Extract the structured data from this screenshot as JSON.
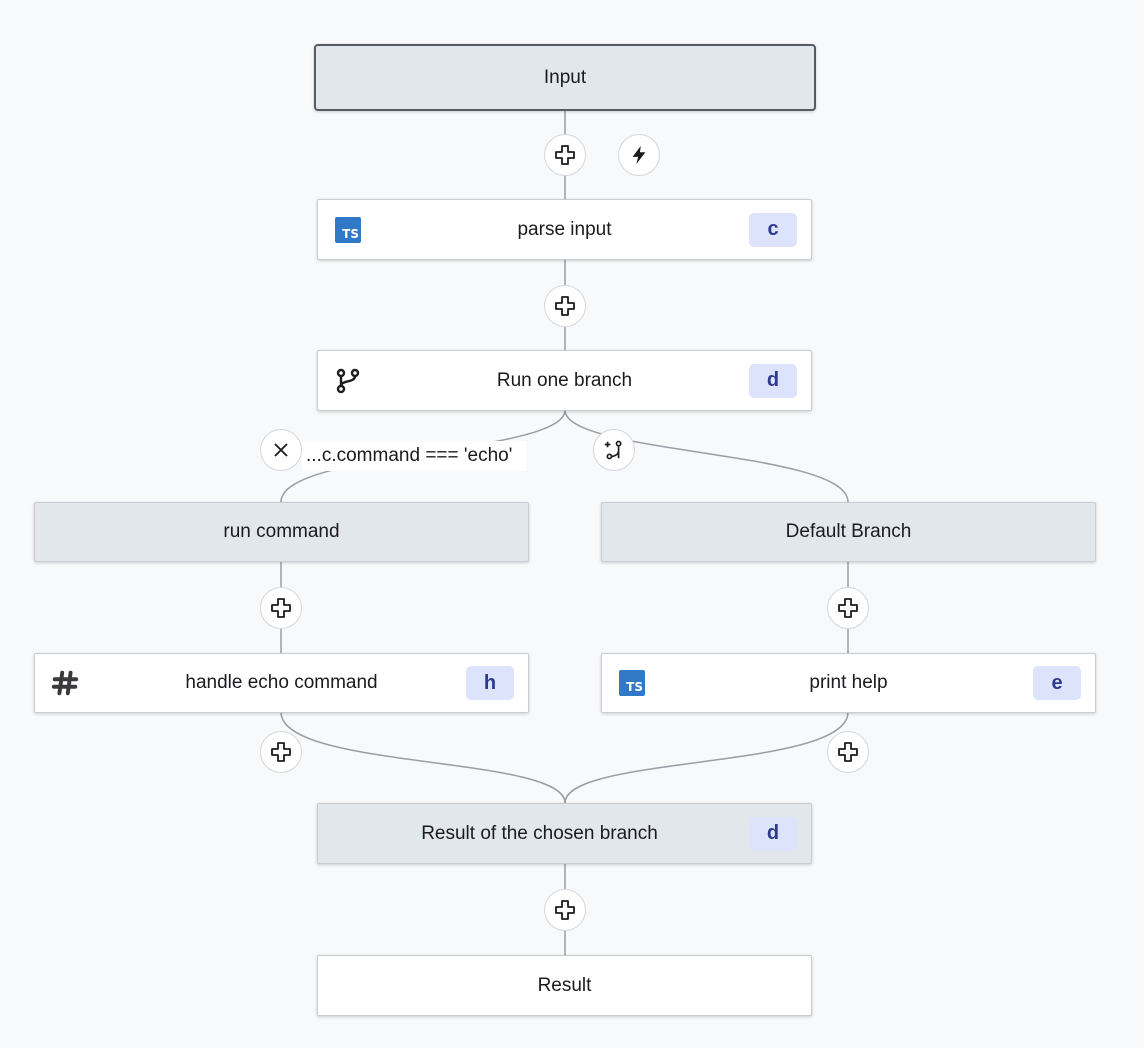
{
  "nodes": {
    "input": {
      "label": "Input"
    },
    "parse_input": {
      "label": "parse input",
      "icon": "typescript-icon",
      "icon_text": "TS",
      "badge": "c"
    },
    "run_one_branch": {
      "label": "Run one branch",
      "icon": "git-branch-icon",
      "badge": "d"
    },
    "run_command": {
      "label": "run command"
    },
    "default_branch": {
      "label": "Default Branch"
    },
    "handle_echo": {
      "label": "handle echo command",
      "icon": "hashtag-icon",
      "badge": "h"
    },
    "print_help": {
      "label": "print help",
      "icon": "typescript-icon",
      "icon_text": "TS",
      "badge": "e"
    },
    "result_chosen": {
      "label": "Result of the chosen branch",
      "badge": "d"
    },
    "result": {
      "label": "Result"
    }
  },
  "branch_condition": "...c.command === 'echo'",
  "icons": {
    "add": "plus-icon",
    "trigger": "lightning-icon",
    "remove": "close-icon",
    "add_branch": "add-branch-icon"
  },
  "colors": {
    "canvas": "#f8f9fb",
    "node_gray": "#e2e7ec",
    "node_white": "#ffffff",
    "badge_bg": "#dde3fb",
    "badge_text": "#2f3a8f",
    "ts_blue": "#3178c6",
    "edge": "#9a9da3"
  }
}
